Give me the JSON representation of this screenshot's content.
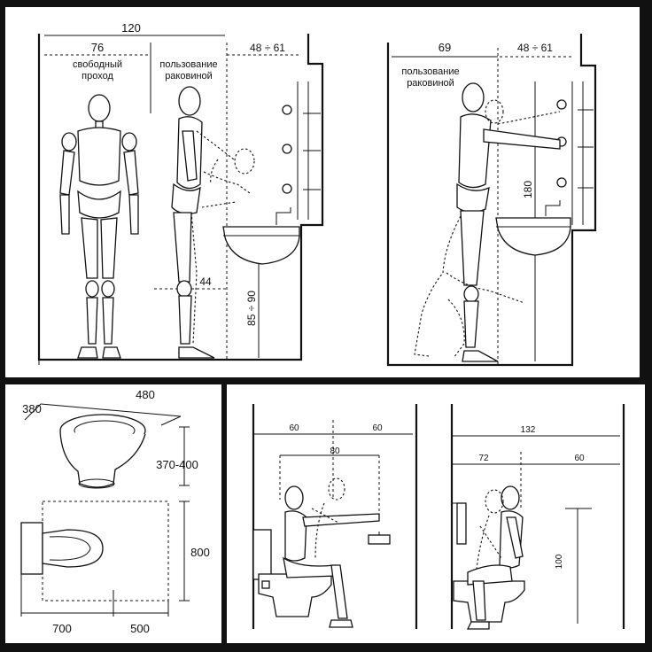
{
  "panel_top": {
    "left_scene": {
      "width_total": "120",
      "width_passage": "76",
      "label_passage": [
        "свободный",
        "проход"
      ],
      "label_sink": [
        "пользование",
        "раковиной"
      ],
      "width_sink": "48 ÷ 61",
      "depth_reach": "44",
      "height_sink": "85 ÷ 90"
    },
    "right_scene": {
      "width_left": "69",
      "width_sink": "48 ÷ 61",
      "label_sink": [
        "пользование",
        "раковиной"
      ],
      "height_standing": "180"
    }
  },
  "panel_bottom_left": {
    "width_bowl": "480",
    "depth_bowl": "380",
    "height_bowl": "370-400",
    "length_zone": "800",
    "dim_front": "700",
    "dim_back": "500"
  },
  "panel_bottom_right": {
    "left_scene": {
      "dim_left": "60",
      "dim_right": "60",
      "dim_reach": "80"
    },
    "right_scene": {
      "dim_total": "132",
      "dim_left": "72",
      "dim_right": "60",
      "height_rail": "100"
    }
  }
}
